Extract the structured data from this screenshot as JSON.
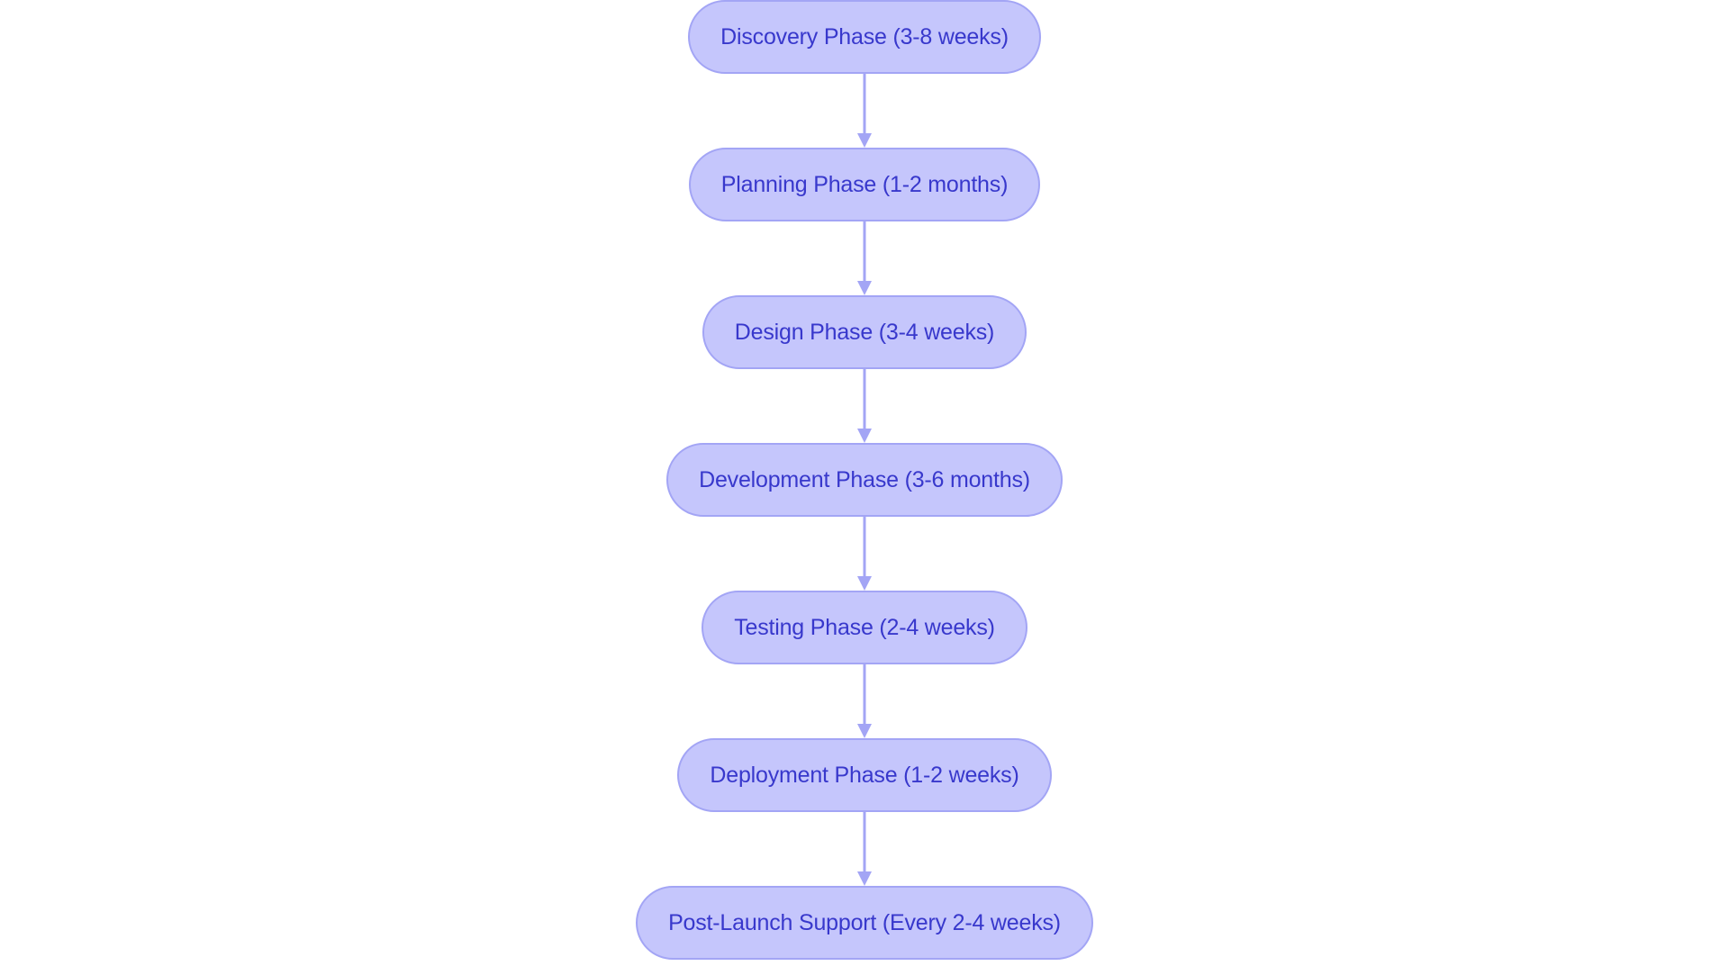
{
  "diagram": {
    "type": "flowchart",
    "orientation": "vertical-top-to-bottom",
    "background_color": "#ffffff",
    "node_fill_color": "#c5c6fc",
    "node_border_color": "#a3a5f5",
    "node_text_color": "#3838cc",
    "connector_color": "#a3a5f5",
    "nodes": [
      {
        "id": "discovery",
        "label": "Discovery Phase (3-8 weeks)"
      },
      {
        "id": "planning",
        "label": "Planning Phase (1-2 months)"
      },
      {
        "id": "design",
        "label": "Design Phase (3-4 weeks)"
      },
      {
        "id": "development",
        "label": "Development Phase (3-6 months)"
      },
      {
        "id": "testing",
        "label": "Testing Phase (2-4 weeks)"
      },
      {
        "id": "deployment",
        "label": "Deployment Phase (1-2 weeks)"
      },
      {
        "id": "post_launch",
        "label": "Post-Launch Support (Every 2-4 weeks)"
      }
    ],
    "edges": [
      {
        "from": "discovery",
        "to": "planning",
        "label": ""
      },
      {
        "from": "planning",
        "to": "design",
        "label": ""
      },
      {
        "from": "design",
        "to": "development",
        "label": ""
      },
      {
        "from": "development",
        "to": "testing",
        "label": ""
      },
      {
        "from": "testing",
        "to": "deployment",
        "label": ""
      },
      {
        "from": "deployment",
        "to": "post_launch",
        "label": ""
      }
    ]
  }
}
